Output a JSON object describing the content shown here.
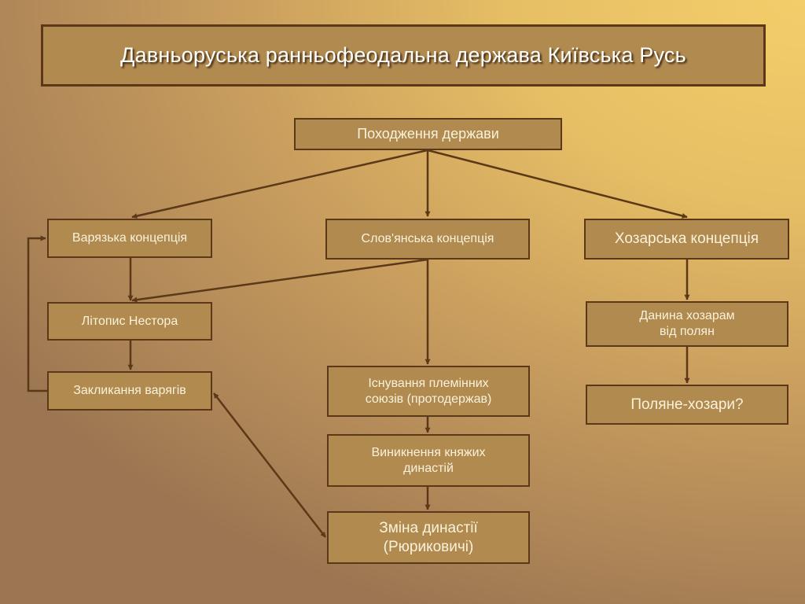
{
  "title": "Давньоруська ранньофеодальна держава Київська Русь",
  "nodes": {
    "origin": "Походження держави",
    "varangian": "Варязька концепція",
    "slavic": "Слов'янська  концепція",
    "khazar": "Хозарська концепція",
    "nestor": "Літопис Нестора",
    "invitation": "Закликання варягів",
    "tribal_unions": "Існування племінних\nсоюзів (протодержав)",
    "dynasties": "Виникнення княжих\nдинастій",
    "dynasty_change": "Зміна династії\n(Рюриковичі)",
    "tribute": "Данина хозарам\nвід полян",
    "polyane_khazars": "Поляне-хозари?"
  }
}
